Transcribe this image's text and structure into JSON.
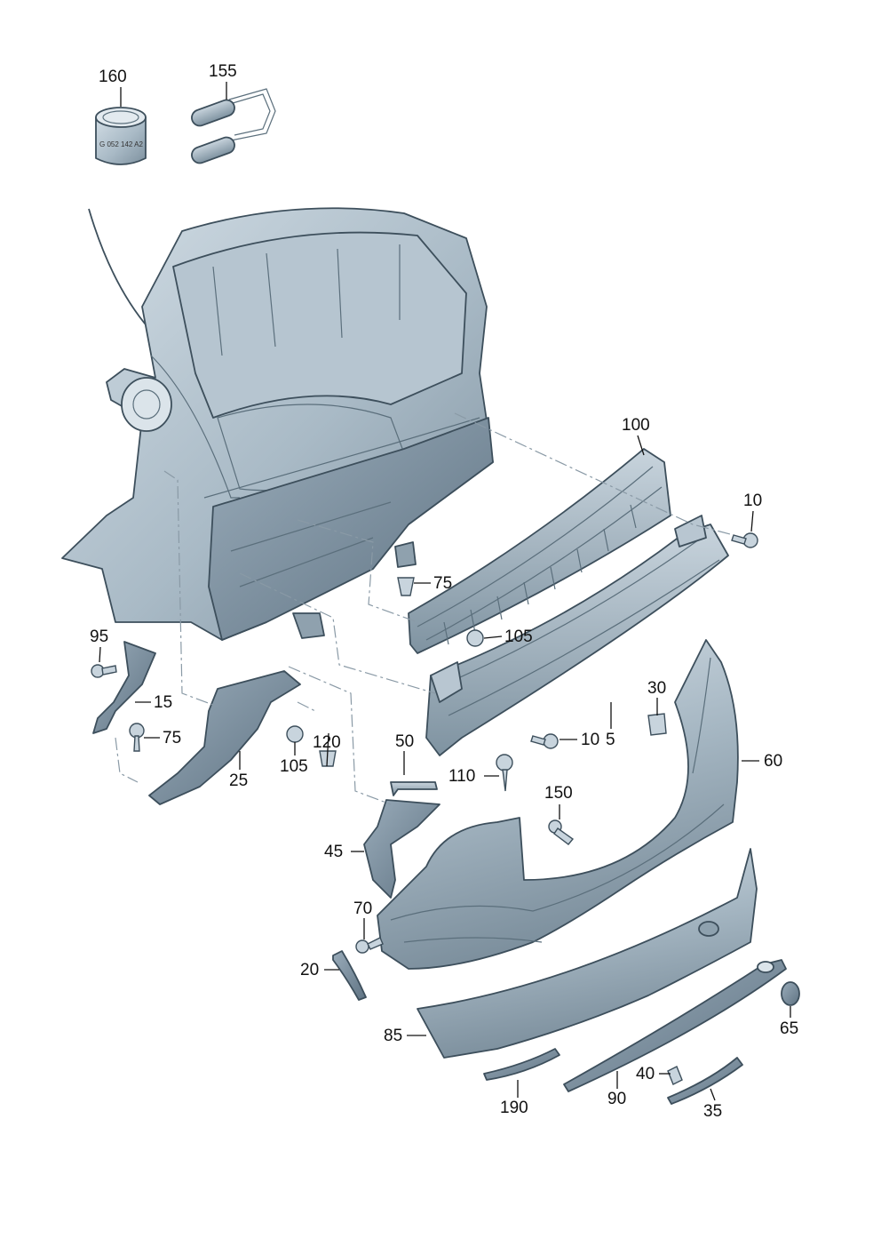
{
  "colors": {
    "panel_light": "#c5d1da",
    "panel_mid": "#9fb0bd",
    "panel_dark": "#6f8291",
    "outline": "#3d4f5c",
    "leader": "#111111",
    "dash": "#8a9aa6"
  },
  "sealant_tube": {
    "stamp_text": "G 052 142 A2"
  },
  "callouts": {
    "p160": "160",
    "p155": "155",
    "p100": "100",
    "p10a": "10",
    "p75a": "75",
    "p105a": "105",
    "p95": "95",
    "p15": "15",
    "p75b": "75",
    "p25": "25",
    "p105b": "105",
    "p120": "120",
    "p5": "5",
    "p10b": "10",
    "p30": "30",
    "p60": "60",
    "p50": "50",
    "p110": "110",
    "p150": "150",
    "p45": "45",
    "p70": "70",
    "p20": "20",
    "p85": "85",
    "p65": "65",
    "p190": "190",
    "p90": "90",
    "p40": "40",
    "p35": "35"
  }
}
